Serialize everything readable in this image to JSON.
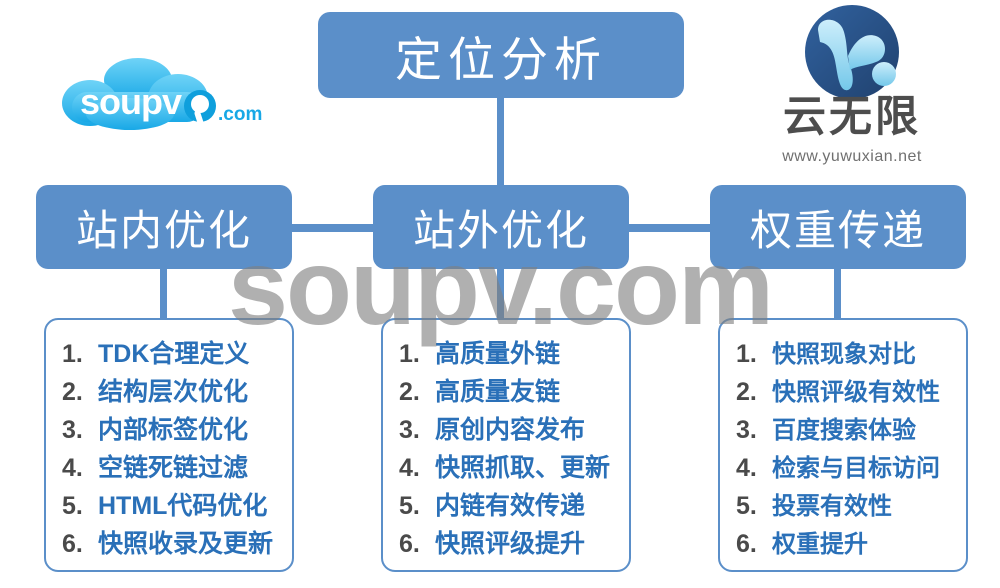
{
  "diagram": {
    "title_box": {
      "label": "定位分析"
    },
    "branch_boxes": [
      {
        "label": "站内优化"
      },
      {
        "label": "站外优化"
      },
      {
        "label": "权重传递"
      }
    ],
    "panels": [
      {
        "name": "on-site-optimization",
        "items": [
          {
            "num": "1.",
            "text": "TDK合理定义"
          },
          {
            "num": "2.",
            "text": "结构层次优化"
          },
          {
            "num": "3.",
            "text": "内部标签优化"
          },
          {
            "num": "4.",
            "text": "空链死链过滤"
          },
          {
            "num": "5.",
            "text": "HTML代码优化"
          },
          {
            "num": "6.",
            "text": "快照收录及更新"
          }
        ]
      },
      {
        "name": "off-site-optimization",
        "items": [
          {
            "num": "1.",
            "text": "高质量外链"
          },
          {
            "num": "2.",
            "text": "高质量友链"
          },
          {
            "num": "3.",
            "text": "原创内容发布"
          },
          {
            "num": "4.",
            "text": "快照抓取、更新"
          },
          {
            "num": "5.",
            "text": "内链有效传递"
          },
          {
            "num": "6.",
            "text": "快照评级提升"
          }
        ]
      },
      {
        "name": "weight-transfer",
        "items": [
          {
            "num": "1.",
            "text": "快照现象对比"
          },
          {
            "num": "2.",
            "text": "快照评级有效性"
          },
          {
            "num": "3.",
            "text": "百度搜索体验"
          },
          {
            "num": "4.",
            "text": "检索与目标访问"
          },
          {
            "num": "5.",
            "text": "投票有效性"
          },
          {
            "num": "6.",
            "text": "权重提升"
          }
        ]
      }
    ]
  },
  "watermark": {
    "text": "soupv.com"
  },
  "logo_soupv": {
    "wordmark": "soupv",
    "suffix": ".com"
  },
  "logo_yuwuxian": {
    "name": "云无限",
    "url": "www.yuwuxian.net"
  },
  "colors": {
    "box_blue": "#5b8fc9",
    "list_text_blue": "#2a70b8",
    "list_num_gray": "#4a4a4a",
    "watermark_gray": "#808080",
    "soupv_cyan": "#29b6ef",
    "yuwuxian_dark": "#2b5a96",
    "yuwuxian_light": "#9fd9f2"
  }
}
